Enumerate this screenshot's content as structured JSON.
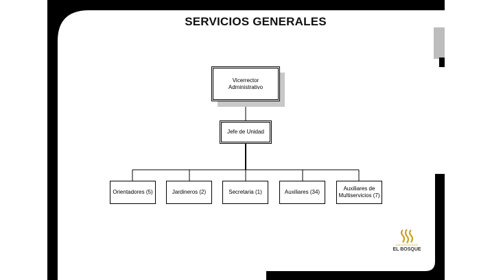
{
  "slide": {
    "title": "SERVICIOS GENERALES"
  },
  "org_chart": {
    "root": "Vicerrector Administrativo",
    "manager": "Jefe de Unidad",
    "units": [
      "Orientadores (5)",
      "Jardineros (2)",
      "Secretaria (1)",
      "Auxiliares (34)",
      "Auxiliares de Multiservicios (7)"
    ]
  },
  "logo": {
    "small_text": "UNIVERSIDAD",
    "name": "EL BOSQUE"
  },
  "colors": {
    "frame": "#000000",
    "accent_grey": "#bdbdbd",
    "logo_gold": "#c9a227",
    "logo_dark": "#333333"
  }
}
